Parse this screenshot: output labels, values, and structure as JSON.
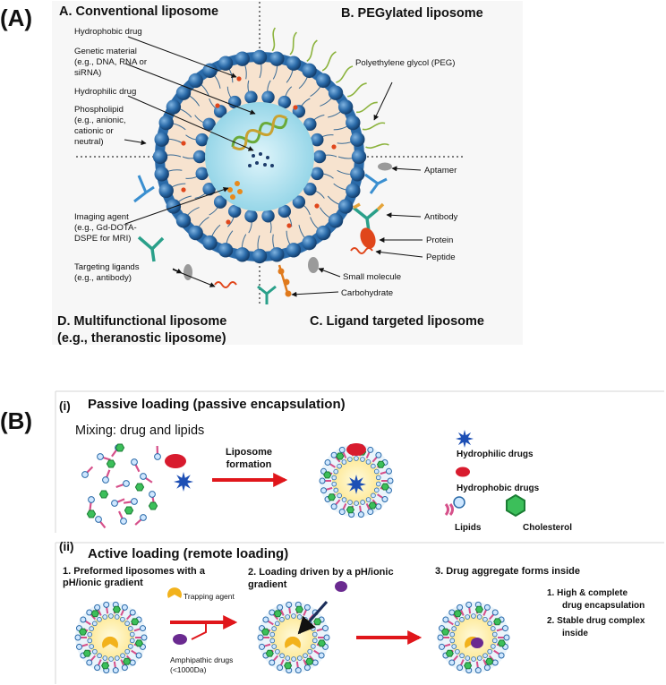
{
  "panel_a": {
    "letter": "(A)",
    "quadrants": {
      "conventional": "A. Conventional liposome",
      "pegylated": "B. PEGylated liposome",
      "ligand": "C. Ligand targeted liposome",
      "multifunctional_1": "D. Multifunctional liposome",
      "multifunctional_2": "(e.g., theranostic liposome)"
    },
    "labels": {
      "hydrophobic_drug": "Hydrophobic drug",
      "genetic_1": "Genetic material",
      "genetic_2": "(e.g., DNA, RNA or",
      "genetic_3": "siRNA)",
      "hydrophilic_drug": "Hydrophilic drug",
      "phospholipid_1": "Phospholipid",
      "phospholipid_2": "(e.g., anionic,",
      "phospholipid_3": "cationic or",
      "phospholipid_4": "neutral)",
      "peg": "Polyethylene glycol (PEG)",
      "aptamer": "Aptamer",
      "antibody": "Antibody",
      "protein": "Protein",
      "peptide": "Peptide",
      "small_molecule": "Small molecule",
      "carbohydrate": "Carbohydrate",
      "imaging_1": "Imaging agent",
      "imaging_2": "(e.g., Gd-DOTA-",
      "imaging_3": "DSPE for MRI)",
      "targeting_1": "Targeting ligands",
      "targeting_2": "(e.g., antibody)"
    }
  },
  "panel_b": {
    "letter": "(B)",
    "section_i": {
      "tag": "(i)",
      "title": "Passive loading (passive encapsulation)",
      "mixing": "Mixing: drug and lipids",
      "arrow_1": "Liposome",
      "arrow_2": "formation",
      "legend": {
        "hydrophilic": "Hydrophilic drugs",
        "hydrophobic": "Hydrophobic drugs",
        "lipids": "Lipids",
        "cholesterol": "Cholesterol"
      }
    },
    "section_ii": {
      "tag": "(ii)",
      "title": "Active loading (remote loading)",
      "step1_1": "1. Preformed liposomes with a",
      "step1_2": "pH/ionic gradient",
      "step2_1": "2. Loading driven by a  pH/ionic",
      "step2_2": "gradient",
      "step3": "3. Drug aggregate forms inside",
      "trapping": "Trapping agent",
      "amphi_1": "Amphipathic drugs",
      "amphi_2": "(<1000Da)",
      "result_1a": "1.  High & complete",
      "result_1b": "drug encapsulation",
      "result_2a": "2.  Stable drug complex",
      "result_2b": "inside"
    }
  },
  "colors": {
    "head_blue": "#2a6aa8",
    "membrane": "#f7e3cf",
    "core": "#a9dce9",
    "red_arrow": "#e0161b",
    "yellow_core": "#fff2a8",
    "green_chol": "#2aa84a",
    "lipid_pink": "#d6508a"
  }
}
